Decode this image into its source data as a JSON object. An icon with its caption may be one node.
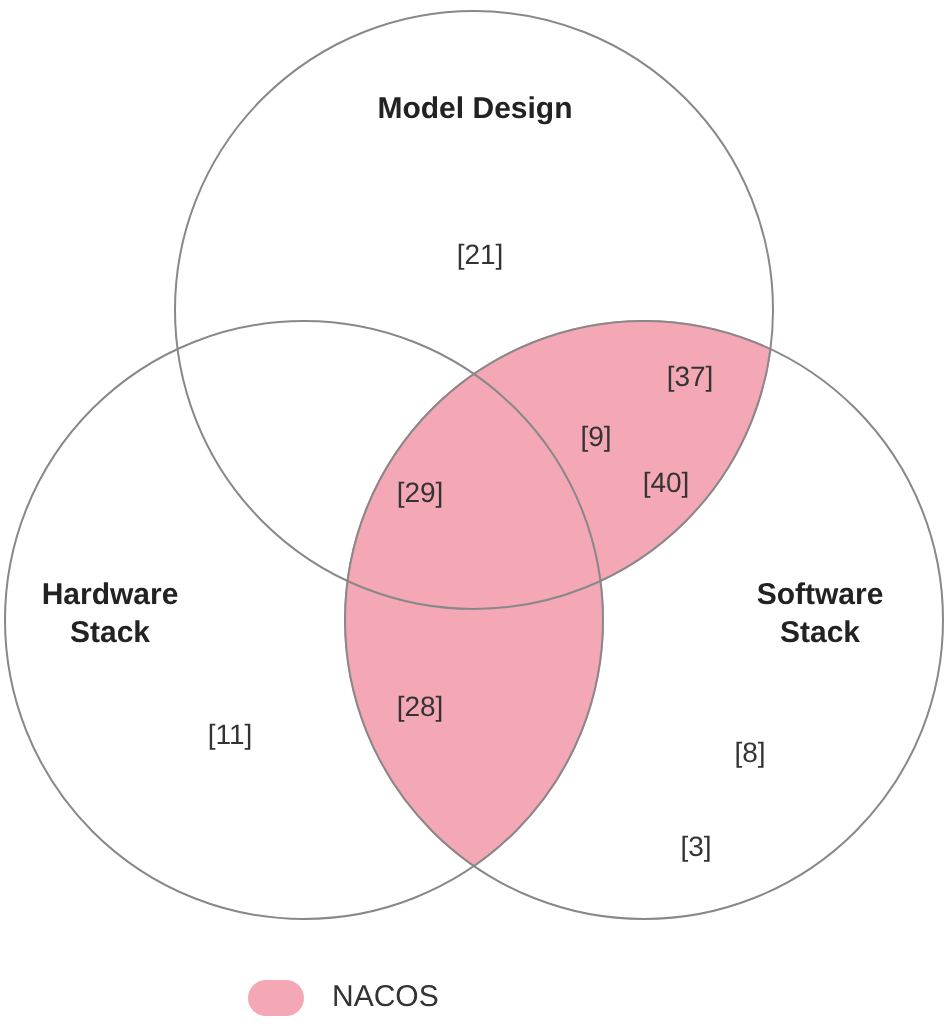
{
  "diagram": {
    "nodes": [
      {
        "text": [
          "Model Design"
        ]
      },
      {
        "text": [
          "Hardware Stack"
        ]
      },
      {
        "text": [
          "Software Stack"
        ]
      }
    ],
    "labels": [
      "[21]",
      "[37]",
      "[9]",
      "[40]",
      "[29]",
      "[11]",
      "[28]",
      "[8]",
      "[3]"
    ],
    "legend": [
      {
        "text": "NACOS",
        "color": "#f4a7b5"
      }
    ]
  }
}
